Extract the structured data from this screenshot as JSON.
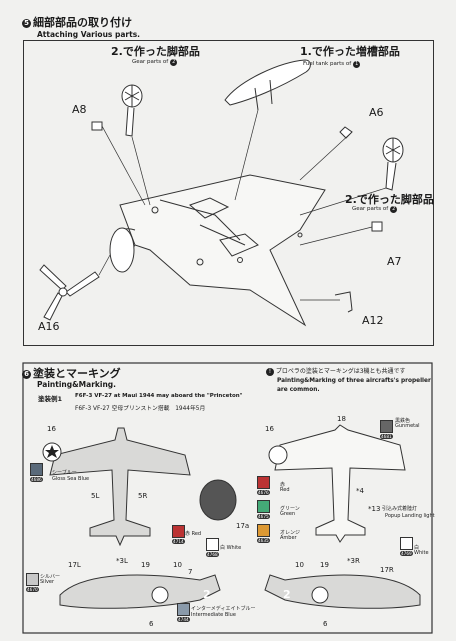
{
  "section5": {
    "number": "5",
    "title_jp": "細部部品の取り付け",
    "title_en": "Attaching Various parts."
  },
  "callouts": {
    "gear2_jp": "2.で作った脚部品",
    "gear2_en": "Gear parts of",
    "gear2_circ": "2",
    "fuel1_jp": "1.で作った増槽部品",
    "fuel1_en": "Fuel tank parts of",
    "fuel1_circ": "1",
    "gear2b_jp": "2.で作った脚部品",
    "gear2b_en": "Gear parts of",
    "gear2b_circ": "2"
  },
  "parts": [
    "A8",
    "A6",
    "A7",
    "A12",
    "A16"
  ],
  "section6": {
    "number": "6",
    "title_jp": "塗装とマーキング",
    "title_en": "Painting&Marking.",
    "note_jp": "プロペラの塗装とマーキングは3機とも共通です",
    "note_en1": "Painting&Marking of three aircrafts's propeller",
    "note_en2": "are common."
  },
  "scheme": {
    "label": "塗装例1",
    "line1_en": "F6F-3 VF-27 at Maui 1944 may aboard the \"Princeton\"",
    "line2_jp": "F6F-3 VF-27 空母プリンストン搭載　1944年5月"
  },
  "paints": [
    {
      "name": "シーブルー",
      "en": "Gloss Sea Blue",
      "code": "4686"
    },
    {
      "name": "赤",
      "en": "Red",
      "code": "4714"
    },
    {
      "name": "白",
      "en": "White",
      "code": "4768"
    },
    {
      "name": "黒鉄色",
      "en": "Gunmetal",
      "code": "4681"
    },
    {
      "name": "赤",
      "en": "Red",
      "code": "4676"
    },
    {
      "name": "グリーン",
      "en": "Green",
      "code": "4675"
    },
    {
      "name": "オレンジ",
      "en": "Amber",
      "code": "4635"
    },
    {
      "name": "白",
      "en": "White",
      "code": "4769"
    },
    {
      "name": "シルバー",
      "en": "Silver",
      "code": "4670"
    },
    {
      "name": "インターメディエイトブルー",
      "en": "Intermediate Blue",
      "code": "4744"
    }
  ],
  "markings": {
    "m16a": "16",
    "m5l": "5L",
    "m5r": "5R",
    "m17a": "17a",
    "m16b": "16",
    "m18": "18",
    "m4": "*4",
    "m13": "*13",
    "popup_jp": "引込み式着陸灯",
    "popup_en": "Popup Landing light",
    "m17l": "17L",
    "m3l": "*3L",
    "m19a": "19",
    "m10a": "10",
    "m7": "7",
    "m6a": "6",
    "m17r": "17R",
    "m19b": "19",
    "m3r": "*3R",
    "m10b": "10",
    "m6b": "6",
    "m2a": "2",
    "m2b": "2"
  }
}
